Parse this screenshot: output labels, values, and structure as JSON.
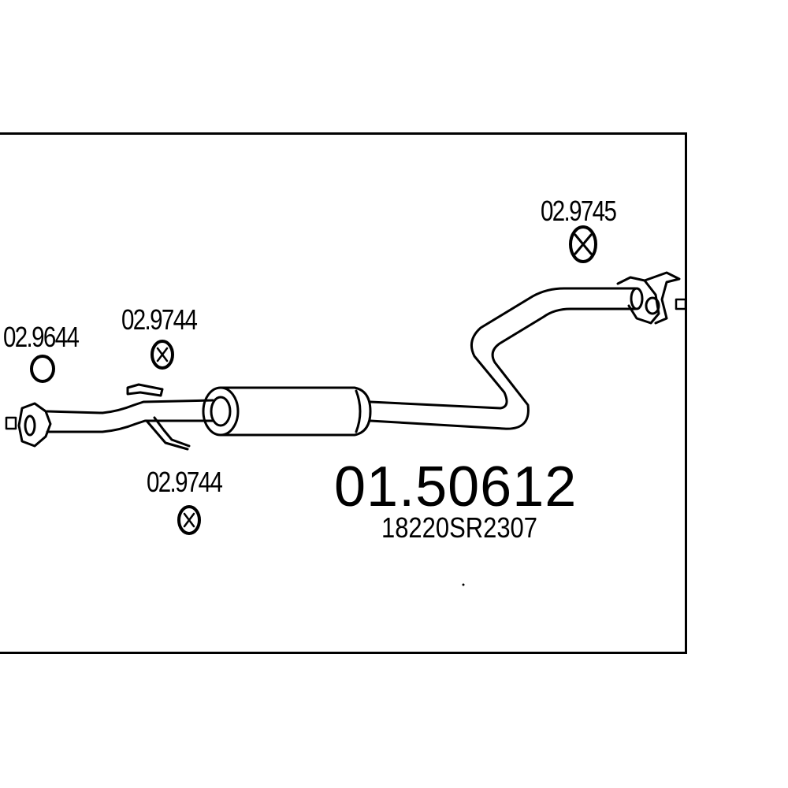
{
  "labels": {
    "gasket": "02.9644",
    "hanger_upper": "02.9744",
    "hanger_lower": "02.9744",
    "hanger_rear": "02.9745"
  },
  "product": {
    "part_number": "01.50612",
    "oem_number": "18220SR2307"
  },
  "colors": {
    "line": "#000000",
    "background": "#ffffff"
  }
}
